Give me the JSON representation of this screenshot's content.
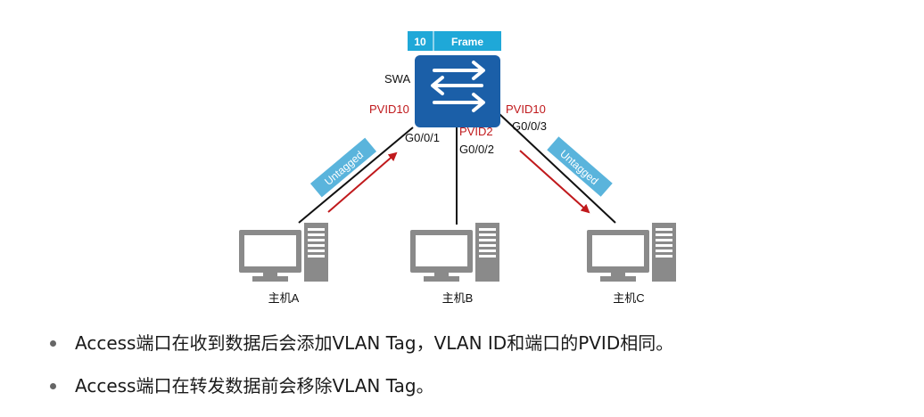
{
  "frame": {
    "vlan_id": "10",
    "label": "Frame"
  },
  "switch": {
    "name": "SWA"
  },
  "ports": [
    {
      "pvid": "PVID10",
      "name": "G0/0/1"
    },
    {
      "pvid": "PVID2",
      "name": "G0/0/2"
    },
    {
      "pvid": "PVID10",
      "name": "G0/0/3"
    }
  ],
  "untagged_labels": [
    "Untagged",
    "Untagged"
  ],
  "hosts": [
    {
      "name": "主机A"
    },
    {
      "name": "主机B"
    },
    {
      "name": "主机C"
    }
  ],
  "bullets": [
    "Access端口在收到数据后会添加VLAN Tag，VLAN ID和端口的PVID相同。",
    "Access端口在转发数据前会移除VLAN Tag。"
  ],
  "colors": {
    "frame_bg": "#1fa8d8",
    "switch_fill": "#1b5fa8",
    "pvid_text": "#c0191c",
    "arrow": "#c0191c",
    "untagged_bg": "#5ab4dc",
    "host_gray": "#8a8a8a",
    "link": "#111111"
  },
  "icons": {
    "switch": "switch-icon",
    "host": "desktop-computer-icon"
  }
}
